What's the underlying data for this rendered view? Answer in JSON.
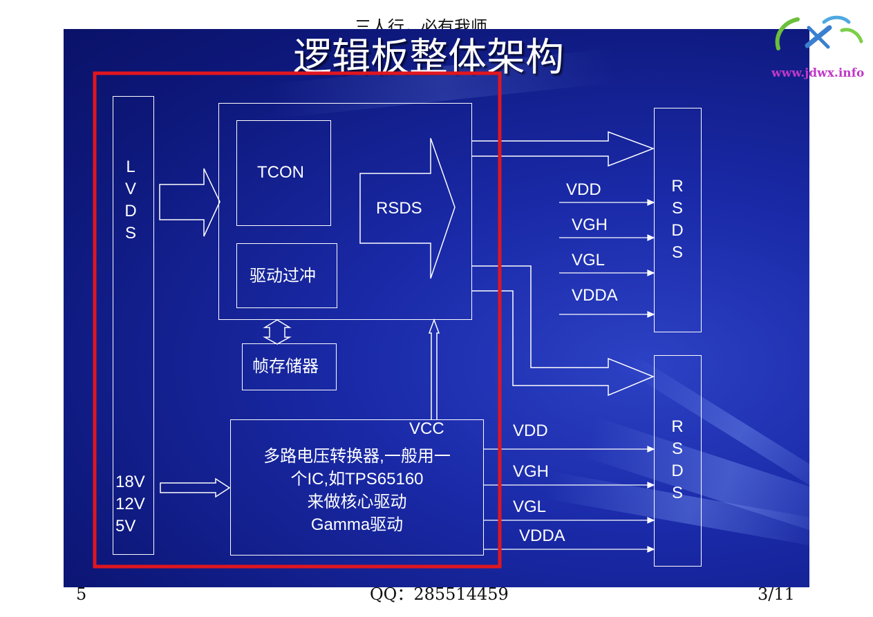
{
  "header": {
    "motto": "三人行，必有我师"
  },
  "slide": {
    "title": "逻辑板整体架构",
    "lvds": "L\nV\nD\nS",
    "power_inputs": "18V\n12V\n5V",
    "tcon": "TCON",
    "overdrive": "驱动过冲",
    "rsds_arrow": "RSDS",
    "frame_memory": "帧存储器",
    "vcc": "VCC",
    "converter_text": "多路电压转换器,一般用一\n个IC,如TPS65160\n来做核心驱动\nGamma驱动",
    "rsds_top": "R\nS\nD\nS",
    "rsds_bottom": "R\nS\nD\nS",
    "top_signals": [
      "VDD",
      "VGH",
      "VGL",
      "VDDA"
    ],
    "bottom_signals": [
      "VDD",
      "VGH",
      "VGL",
      "VDDA"
    ]
  },
  "watermark": {
    "url": "www.jdwx.info"
  },
  "footer": {
    "left": "5",
    "center": "QQ：285514459",
    "right": "3/11"
  },
  "colors": {
    "slide_bg": "#1a2aa8",
    "highlight": "#e0161f",
    "line": "#ffffff"
  }
}
